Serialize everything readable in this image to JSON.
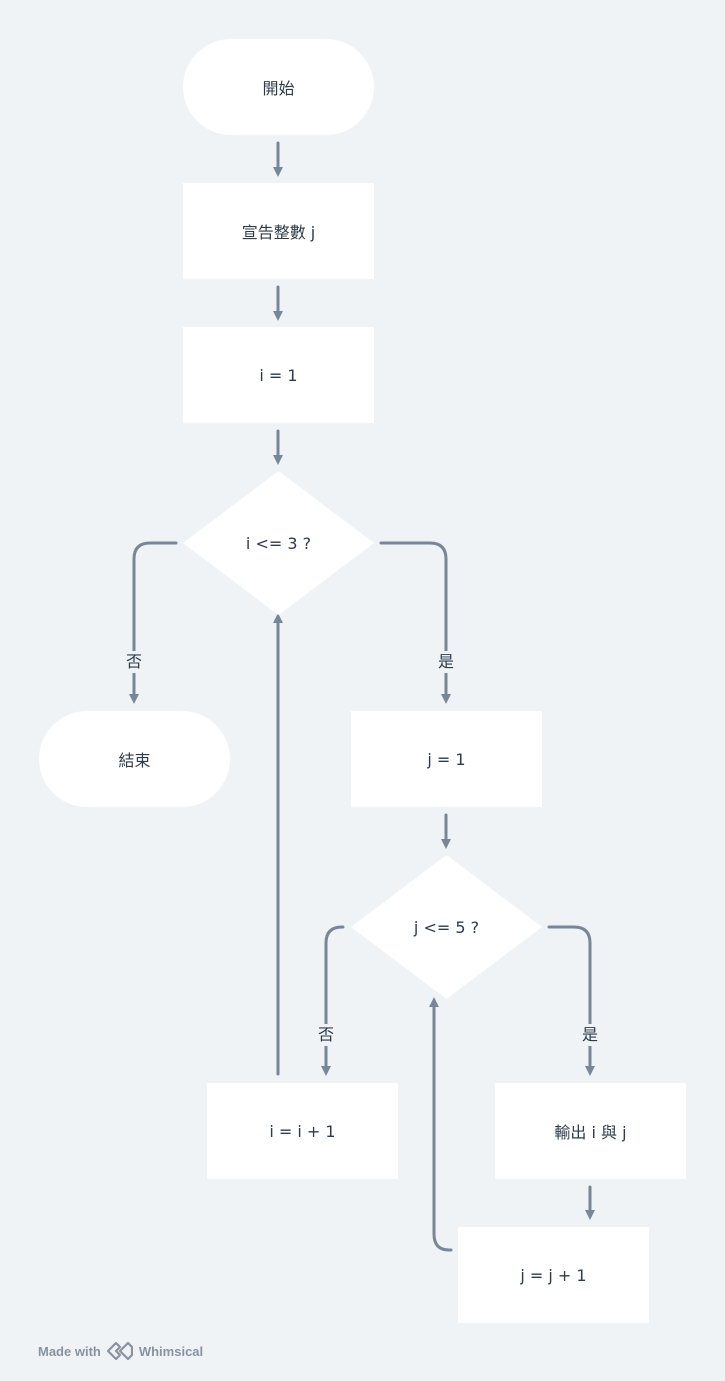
{
  "nodes": {
    "start": "開始",
    "declare": "宣告整數 j",
    "init_i": "i = 1",
    "cond_i": "i <= 3 ?",
    "end": "結束",
    "init_j": "j = 1",
    "cond_j": "j <= 5 ?",
    "inc_i": "i = i + 1",
    "output": "輸出 i 與 j",
    "inc_j": "j = j + 1"
  },
  "edge_labels": {
    "cond_i_no": "否",
    "cond_i_yes": "是",
    "cond_j_no": "否",
    "cond_j_yes": "是"
  },
  "footer": {
    "made_with": "Made with",
    "brand": "Whimsical"
  },
  "colors": {
    "background": "#eff3f6",
    "node_fill": "#ffffff",
    "connector": "#788797",
    "text": "#2e3b4a",
    "footer_text": "#8893a1"
  }
}
